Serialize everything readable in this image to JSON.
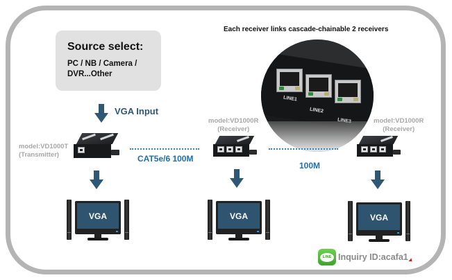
{
  "source": {
    "title": "Source select:",
    "subtitle": "PC / NB / Camera / DVR...Other"
  },
  "headline": "Each receiver links cascade-chainable 2 receivers",
  "vga_input_label": "VGA Input",
  "transmitter": {
    "model": "model:VD1000T",
    "role": "(Transmitter)"
  },
  "receiver1": {
    "model": "model:VD1000R",
    "role": "(Receiver)"
  },
  "receiver2": {
    "model": "model:VD1000R",
    "role": "(Receiver)"
  },
  "links": {
    "tx_to_rx1": "CAT5e/6 100M",
    "rx1_to_rx2": "100M"
  },
  "zoom_detail": {
    "ports": [
      "LINE1",
      "LINE2",
      "LINE3"
    ]
  },
  "monitors": [
    {
      "screen_label": "VGA"
    },
    {
      "screen_label": "VGA"
    },
    {
      "screen_label": "VGA"
    }
  ],
  "footer": {
    "line_icon_text": "LINE",
    "inquiry": "Inquiry ID:acafa1"
  },
  "colors": {
    "arrow": "#2f5875",
    "link_text": "#1f6fad",
    "dotted_line": "#2e86c8",
    "model_text": "#a8a8a8",
    "frame": "#b4b4b4",
    "screen": "#2e5470",
    "line_green": "#3ca42a"
  }
}
